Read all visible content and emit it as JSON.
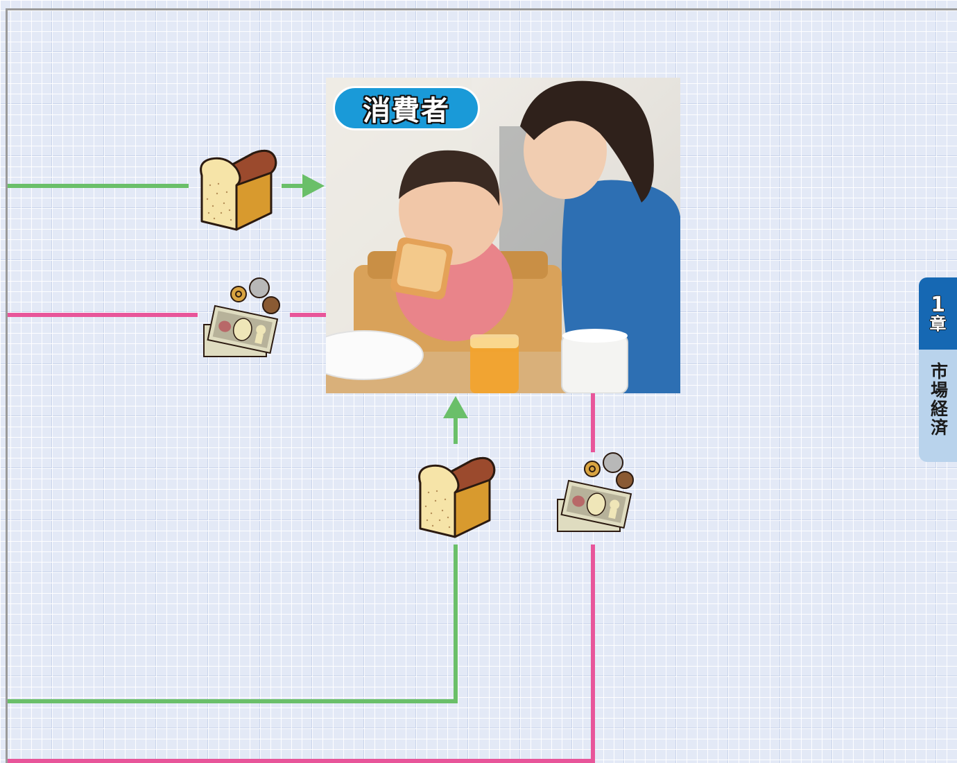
{
  "consumer": {
    "label": "消費者"
  },
  "chapter_tab": {
    "number": "1",
    "unit": "章",
    "title": "市場経済"
  },
  "colors": {
    "goods_flow": "#6abf69",
    "money_flow": "#e8559a",
    "badge": "#1a9ad8",
    "tab": "#1668b3"
  },
  "icons": [
    "bread-loaf-icon",
    "banknotes-coins-icon",
    "arrow-right-icon",
    "arrow-up-icon"
  ]
}
